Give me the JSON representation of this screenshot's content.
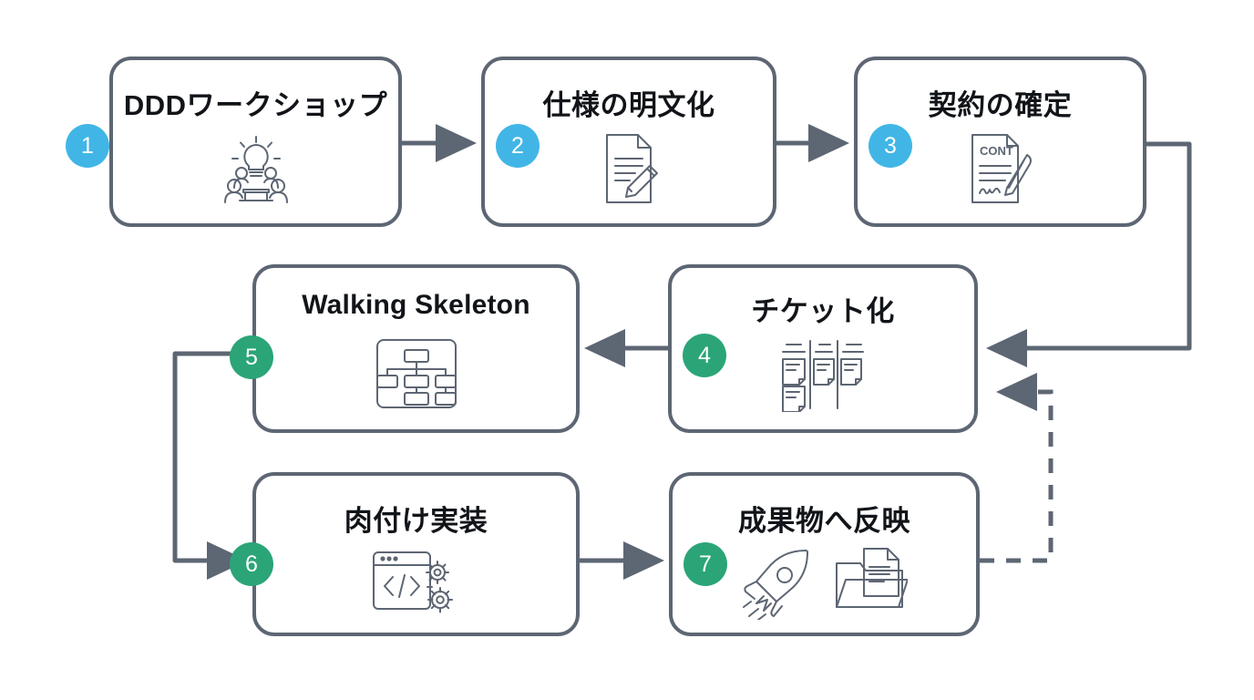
{
  "diagram": {
    "title": "DDD development process flow",
    "colors": {
      "badge_blue": "#41b6e6",
      "badge_green": "#2ba578",
      "box_border": "#5d6673",
      "connector": "#5d6673",
      "background": "#ffffff",
      "text": "#111418"
    },
    "nodes": [
      {
        "id": "node-1",
        "number": "1",
        "label": "DDDワークショップ",
        "badge_color": "blue",
        "icon": "workshop-lightbulb-people-icon"
      },
      {
        "id": "node-2",
        "number": "2",
        "label": "仕様の明文化",
        "badge_color": "blue",
        "icon": "document-pencil-icon"
      },
      {
        "id": "node-3",
        "number": "3",
        "label": "契約の確定",
        "badge_color": "blue",
        "icon": "contract-signature-icon",
        "icon_text": "CONT"
      },
      {
        "id": "node-4",
        "number": "4",
        "label": "チケット化",
        "badge_color": "green",
        "icon": "kanban-board-icon"
      },
      {
        "id": "node-5",
        "number": "5",
        "label": "Walking Skeleton",
        "badge_color": "green",
        "icon": "hierarchy-sitemap-icon"
      },
      {
        "id": "node-6",
        "number": "6",
        "label": "肉付け実装",
        "badge_color": "green",
        "icon": "code-window-gears-icon"
      },
      {
        "id": "node-7",
        "number": "7",
        "label": "成果物へ反映",
        "badge_color": "green",
        "icon": "rocket-folder-document-icon"
      }
    ],
    "connectors": [
      {
        "id": "c1",
        "from": "node-1",
        "to": "node-2",
        "style": "solid",
        "direction": "right"
      },
      {
        "id": "c2",
        "from": "node-2",
        "to": "node-3",
        "style": "solid",
        "direction": "right"
      },
      {
        "id": "c3",
        "from": "node-3",
        "to": "node-4",
        "style": "solid",
        "direction": "elbow-right-down-left"
      },
      {
        "id": "c4",
        "from": "node-4",
        "to": "node-5",
        "style": "solid",
        "direction": "left"
      },
      {
        "id": "c5",
        "from": "node-5",
        "to": "node-6",
        "style": "solid",
        "direction": "elbow-left-down-right"
      },
      {
        "id": "c6",
        "from": "node-6",
        "to": "node-7",
        "style": "solid",
        "direction": "right"
      },
      {
        "id": "c7",
        "from": "node-7",
        "to": "node-4",
        "style": "dashed",
        "direction": "elbow-right-up-left"
      }
    ]
  }
}
